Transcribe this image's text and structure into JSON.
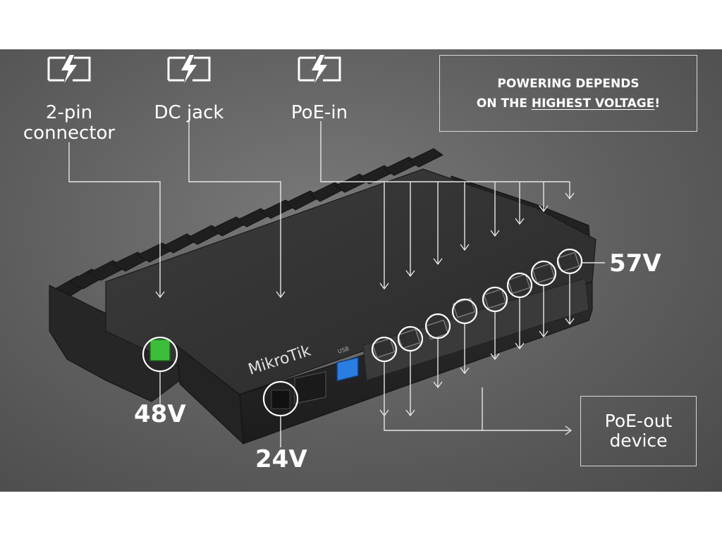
{
  "sources": [
    {
      "label_line1": "2-pin",
      "label_line2": "connector",
      "icon": "lightning-bolt-icon"
    },
    {
      "label_line1": "DC jack",
      "label_line2": "",
      "icon": "lightning-bolt-icon"
    },
    {
      "label_line1": "PoE-in",
      "label_line2": "",
      "icon": "lightning-bolt-icon"
    }
  ],
  "notice": {
    "line1": "POWERING DEPENDS",
    "line2_prefix": "ON THE ",
    "line2_emphasis": "HIGHEST VOLTAGE",
    "line2_suffix": "!"
  },
  "voltages": {
    "two_pin": "48V",
    "dc_jack": "24V",
    "poe_in": "57V"
  },
  "poe_out": {
    "line1": "PoE-out",
    "line2": "device"
  },
  "device": {
    "brand": "MikroTik",
    "usb_label": "USB",
    "port_count": 8
  },
  "colors": {
    "background": "#5e5e5e",
    "line": "#e6e6e6",
    "text": "#ffffff",
    "highlight_green": "#3bbf3b",
    "usb_blue": "#2a7de1"
  }
}
